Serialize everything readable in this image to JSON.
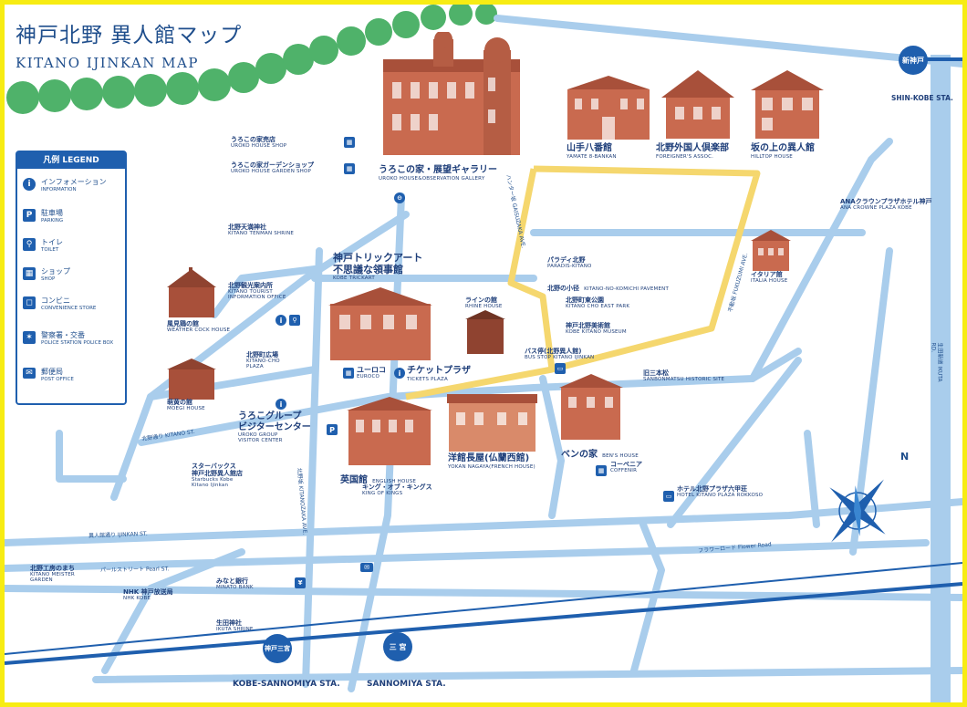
{
  "map": {
    "title_jp": "神戸北野 異人館マップ",
    "title_en": "KITANO IJINKAN MAP",
    "colors": {
      "road": "#a9cdec",
      "main_road": "#1f5fae",
      "highlight": "#f5d76e",
      "tree": "#4fb26a",
      "building": "#c96a4f",
      "border": "#f7ec13"
    }
  },
  "legend": {
    "title": "凡例 LEGEND",
    "items": [
      {
        "icon": "info-icon",
        "jp": "インフォメーション",
        "en": "INFORMATION"
      },
      {
        "icon": "parking-icon",
        "jp": "駐車場",
        "en": "PARKING"
      },
      {
        "icon": "toilet-icon",
        "jp": "トイレ",
        "en": "TOILET"
      },
      {
        "icon": "shop-icon",
        "jp": "ショップ",
        "en": "SHOP"
      },
      {
        "icon": "convenience-store-icon",
        "jp": "コンビニ",
        "en": "CONVENIENCE STORE"
      },
      {
        "icon": "police-icon",
        "jp": "警察署・交番",
        "en": "POLICE STATION POLICE BOX"
      },
      {
        "icon": "post-office-icon",
        "jp": "郵便局",
        "en": "POST OFFICE"
      }
    ]
  },
  "places": {
    "uroko_shop": {
      "jp": "うろこの家売店",
      "en": "UROKO HOUSE SHOP"
    },
    "uroko_garden": {
      "jp": "うろこの家ガーデンショップ",
      "en": "UROKO HOUSE GARDEN SHOP"
    },
    "uroko": {
      "jp": "うろこの家・展望ギャラリー",
      "en": "UROKO HOUSE&OBSERVATION GALLERY"
    },
    "yamate": {
      "jp": "山手八番館",
      "en": "YAMATE 8-BANKAN"
    },
    "foreigners": {
      "jp": "北野外国人倶楽部",
      "en": "FOREIGNER'S ASSOC."
    },
    "hilltop": {
      "jp": "坂の上の異人館",
      "en": "HILLTOP HOUSE"
    },
    "tenman": {
      "jp": "北野天満神社",
      "en": "KITANO TENMAN SHRINE"
    },
    "trickart": {
      "jp1": "神戸トリックアート",
      "jp2": "不思議な領事館",
      "en": "KOBE TRICKART"
    },
    "paradis": {
      "jp": "パラディ北野",
      "en": "PARADIS-KITANO"
    },
    "komichi": {
      "jp": "北野の小径",
      "en": "KITANO-NO-KOMICHI PAVEMENT"
    },
    "kitano_info": {
      "jp": "北野観光案内所",
      "en": "KITANO TOURIST INFORMATION OFFICE"
    },
    "rhine": {
      "jp": "ラインの館",
      "en": "RHINE HOUSE"
    },
    "east_park": {
      "jp": "北野町東公園",
      "en": "KITANO CHO EAST PARK"
    },
    "museum": {
      "jp": "神戸北野美術館",
      "en": "KOBE KITANO MUSEUM"
    },
    "italia": {
      "jp": "イタリア館",
      "en": "ITALIA HOUSE"
    },
    "weathercock": {
      "jp": "風見鶏の館",
      "en": "WEATHER COCK HOUSE"
    },
    "plaza": {
      "jp": "北野町広場",
      "en": "KITANO-CHO PLAZA"
    },
    "euroco": {
      "jp": "ユーロコ",
      "en": "EUROCO"
    },
    "tickets": {
      "jp": "チケットプラザ",
      "en": "TICKETS PLAZA"
    },
    "busstop": {
      "jp": "バス停(北野異人館)",
      "en": "BUS STOP KITANO IJINKAN"
    },
    "sanbonmatsu": {
      "jp": "旧三本松",
      "en": "SANBONMATSU HISTORIC SITE"
    },
    "moegi": {
      "jp": "萌黄の館",
      "en": "MOEGI HOUSE"
    },
    "visitor": {
      "jp1": "うろこグループ",
      "jp2": "ビジターセンター",
      "en1": "UROKO GROUP",
      "en2": "VISITOR CENTER"
    },
    "english": {
      "jp": "英国館",
      "en": "ENGLISH HOUSE"
    },
    "kingofkings": {
      "jp": "キング・オブ・キングス",
      "en": "KING OF KINGS"
    },
    "yokan": {
      "jp": "洋館長屋(仏蘭西館)",
      "en": "YOKAN NAGAYA(FRENCH HOUSE)"
    },
    "bens": {
      "jp": "ベンの家",
      "en": "BEN'S HOUSE"
    },
    "coffee": {
      "jp": "コーペニア",
      "en": "COFFENIR"
    },
    "hotel": {
      "jp": "ホテル北野プラザ六甲荘",
      "en": "HOTEL KITANO PLAZA ROKKOSO"
    },
    "anacrowne": {
      "jp": "ANAクラウンプラザホテル神戸",
      "en": "ANA CROWNE PLAZA KOBE"
    },
    "starbucks": {
      "jp1": "スターバックス",
      "jp2": "神戸北野異人館店",
      "en1": "Starbucks Kobe",
      "en2": "Kitano Ijinkan"
    },
    "meister": {
      "jp": "北野工房のまち",
      "en": "KITANO MEISTER GARDEN"
    },
    "nhk": {
      "jp": "NHK 神戸放送局",
      "en": "NHK KOBE"
    },
    "minato": {
      "jp": "みなと銀行",
      "en": "MINATO BANK"
    },
    "ikuta": {
      "jp": "生田神社",
      "en": "IKUTA SHRINE"
    }
  },
  "roads": {
    "kitano_st": "北野通り KITANO ST.",
    "ijinkan_st": "異人館通り IJINKAN ST.",
    "pearl_st": "パールストリート Pearl ST.",
    "flower_road": "フラワーロード Flower Road",
    "kitanozaka": "北野坂 KITANOZAKA AVE.",
    "gaisuzaka": "ハンター坂 GAISUZAKA AVE.",
    "fukuzumi": "不動坂 FUKUZUMI AVE.",
    "ikuta_rd": "生田新道 IKUTA RD."
  },
  "stations": {
    "shinkobe": {
      "mark": "新神戸",
      "en": "SHIN-KOBE STA."
    },
    "kobesannomiya": {
      "mark": "神戸三宮",
      "en": "KOBE-SANNOMIYA STA."
    },
    "sannomiya": {
      "mark": "三 宮",
      "en": "SANNOMIYA STA."
    }
  },
  "compass": {
    "north": "N"
  }
}
